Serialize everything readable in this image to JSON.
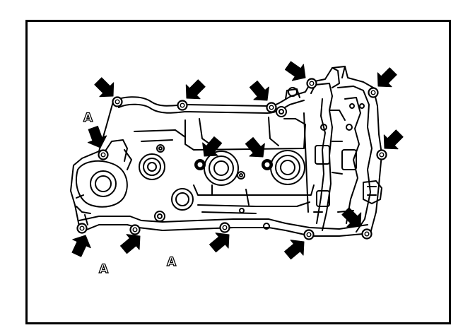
{
  "figure": {
    "frame_color": "#000000",
    "ink_color": "#000000",
    "paper_color": "#ffffff"
  },
  "labels": {
    "a_top_left": "A",
    "a_bottom_left": "A",
    "a_bottom_mid": "A"
  },
  "icons": {
    "arrow": "bolt-pointer-arrow-icon",
    "bolt": "bolt-icon"
  }
}
